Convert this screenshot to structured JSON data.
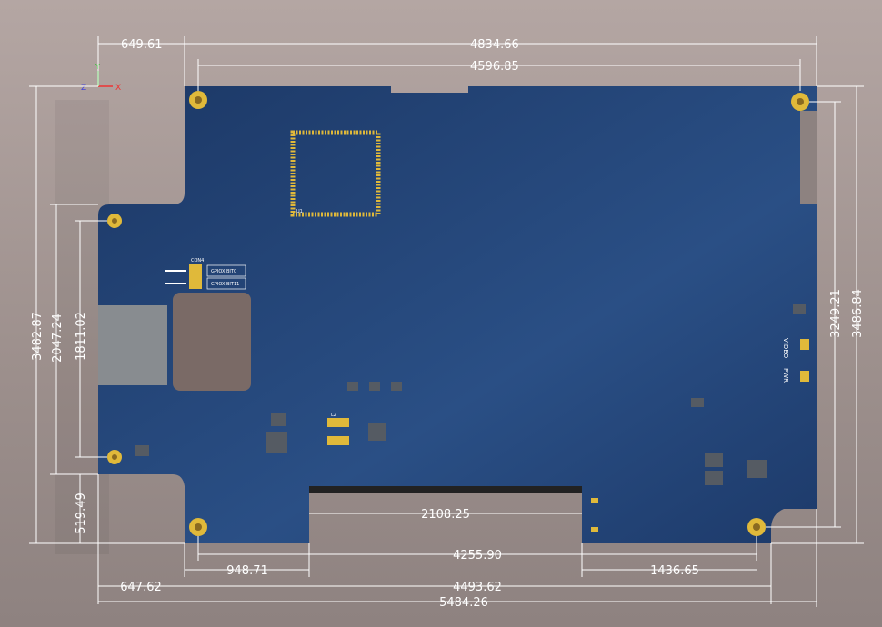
{
  "axes": {
    "x": "X",
    "y": "Y",
    "z": "Z"
  },
  "colors": {
    "board": "#1f3d6e",
    "pad": "#e0b93a",
    "dimension": "#ffffff",
    "background": "#a89a98"
  },
  "silkscreen": {
    "connector": "CON4",
    "gpio_bit0": "GPIOX BIT0",
    "gpio_bit11": "GPIOX BIT11",
    "video": "VIDEO",
    "pwr": "PWR",
    "cpu_ref": "U1",
    "l2": "L2"
  },
  "dimensions": {
    "top_left_offset": "649.61",
    "overall_top_width": "4834.66",
    "hole_span_top": "4596.85",
    "left_height": "3482.87",
    "left_inner_height": "2047.24",
    "left_hole_span": "1811.02",
    "left_bottom_offset": "519.49",
    "right_hole_span": "3249.21",
    "right_height": "3486.84",
    "bottom_connector_width": "2108.25",
    "bottom_hole_span": "4255.90",
    "bottom_left_segment": "948.71",
    "bottom_right_segment": "1436.65",
    "bottom_left_offset": "647.62",
    "bottom_board_width": "4493.62",
    "overall_bottom_width": "5484.26"
  }
}
